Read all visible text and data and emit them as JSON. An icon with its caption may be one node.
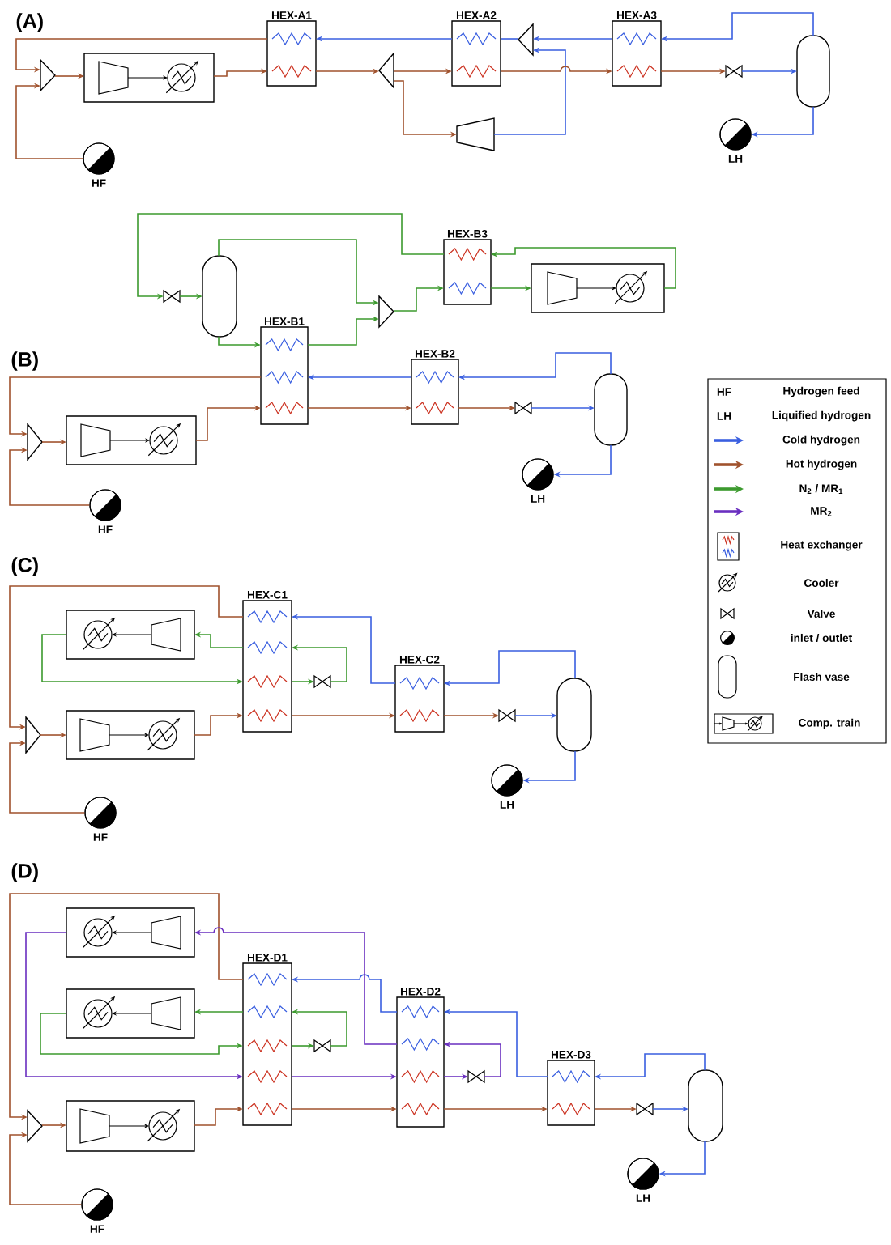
{
  "diagram": {
    "nodes": [
      {
        "text": [
          "HEX-A1"
        ]
      },
      {
        "text": [
          "HEX-A2"
        ]
      },
      {
        "text": [
          "HEX-A3"
        ]
      },
      {
        "text": [],
        "shape": "triangle"
      },
      {
        "text": [],
        "shape": "box"
      },
      {
        "text": [],
        "shape": "triangle"
      },
      {
        "text": [],
        "shape": "triangle"
      },
      {
        "text": [],
        "shape": "trapezoid"
      },
      {
        "text": [],
        "shape": "valve"
      },
      {
        "text": [],
        "shape": "capsule"
      },
      {
        "text": [
          "HF"
        ]
      },
      {
        "text": [
          "LH"
        ]
      },
      {
        "text": [
          "HEX-B3"
        ]
      },
      {
        "text": [],
        "shape": "capsule"
      },
      {
        "text": [],
        "shape": "valve"
      },
      {
        "text": [],
        "shape": "triangle"
      },
      {
        "text": [],
        "shape": "box"
      },
      {
        "text": [
          "HEX-B1"
        ]
      },
      {
        "text": [
          "HEX-B2"
        ]
      },
      {
        "text": [],
        "shape": "triangle"
      },
      {
        "text": [],
        "shape": "box"
      },
      {
        "text": [],
        "shape": "valve"
      },
      {
        "text": [],
        "shape": "capsule"
      },
      {
        "text": [
          "LH"
        ]
      },
      {
        "text": [
          "HF"
        ]
      },
      {
        "text": [
          "HEX-C1"
        ]
      },
      {
        "text": [],
        "shape": "box"
      },
      {
        "text": [],
        "shape": "valve"
      },
      {
        "text": [
          "HEX-C2"
        ]
      },
      {
        "text": [],
        "shape": "triangle"
      },
      {
        "text": [],
        "shape": "box"
      },
      {
        "text": [],
        "shape": "valve"
      },
      {
        "text": [],
        "shape": "capsule"
      },
      {
        "text": [
          "LH"
        ]
      },
      {
        "text": [
          "HF"
        ]
      },
      {
        "text": [],
        "shape": "box"
      },
      {
        "text": [
          "HEX-D1"
        ]
      },
      {
        "text": [],
        "shape": "box"
      },
      {
        "text": [],
        "shape": "valve"
      },
      {
        "text": [
          "HEX-D2"
        ]
      },
      {
        "text": [],
        "shape": "valve"
      },
      {
        "text": [
          "HEX-D3"
        ]
      },
      {
        "text": [],
        "shape": "triangle"
      },
      {
        "text": [],
        "shape": "box"
      },
      {
        "text": [],
        "shape": "valve"
      },
      {
        "text": [],
        "shape": "capsule"
      },
      {
        "text": [
          "LH"
        ]
      },
      {
        "text": [
          "HF"
        ]
      }
    ],
    "edges": [
      {
        "from": 10,
        "to": 3,
        "arrow": "to",
        "color": "#a0522d"
      },
      {
        "from": 0,
        "to": 3,
        "arrow": "to",
        "color": "#a0522d"
      },
      {
        "from": 3,
        "to": 4,
        "arrow": "to",
        "color": "#a0522d"
      },
      {
        "from": 4,
        "to": 0,
        "arrow": "to",
        "color": "#a0522d"
      },
      {
        "from": 0,
        "to": 5,
        "arrow": "to",
        "color": "#a0522d"
      },
      {
        "from": 5,
        "to": 1,
        "arrow": "to",
        "color": "#a0522d"
      },
      {
        "from": 5,
        "to": 7,
        "arrow": "to",
        "color": "#a0522d"
      },
      {
        "from": 7,
        "to": 6,
        "arrow": "to",
        "color": "#3a5fe0"
      },
      {
        "from": 2,
        "to": 6,
        "arrow": "to",
        "color": "#3a5fe0"
      },
      {
        "from": 6,
        "to": 1,
        "arrow": "none",
        "color": "#3a5fe0"
      },
      {
        "from": 1,
        "to": 0,
        "arrow": "to",
        "color": "#3a5fe0"
      },
      {
        "from": 1,
        "to": 2,
        "arrow": "to",
        "color": "#a0522d"
      },
      {
        "from": 2,
        "to": 8,
        "arrow": "to",
        "color": "#a0522d"
      },
      {
        "from": 8,
        "to": 9,
        "arrow": "to",
        "color": "#3a5fe0"
      },
      {
        "from": 9,
        "to": 2,
        "arrow": "to",
        "color": "#3a5fe0"
      },
      {
        "from": 9,
        "to": 11,
        "arrow": "to",
        "color": "#3a5fe0"
      },
      {
        "from": 13,
        "to": 15,
        "arrow": "to",
        "color": "#3c9a2e"
      },
      {
        "from": 13,
        "to": 17,
        "arrow": "to",
        "color": "#3c9a2e"
      },
      {
        "from": 17,
        "to": 15,
        "arrow": "to",
        "color": "#3c9a2e"
      },
      {
        "from": 15,
        "to": 12,
        "arrow": "to",
        "color": "#3c9a2e"
      },
      {
        "from": 12,
        "to": 16,
        "arrow": "to",
        "color": "#3c9a2e"
      },
      {
        "from": 16,
        "to": 12,
        "arrow": "to",
        "color": "#3c9a2e"
      },
      {
        "from": 12,
        "to": 14,
        "arrow": "to",
        "color": "#3c9a2e"
      },
      {
        "from": 14,
        "to": 13,
        "arrow": "to",
        "color": "#3c9a2e"
      },
      {
        "from": 24,
        "to": 19,
        "arrow": "to",
        "color": "#a0522d"
      },
      {
        "from": 17,
        "to": 19,
        "arrow": "to",
        "color": "#a0522d"
      },
      {
        "from": 19,
        "to": 20,
        "arrow": "to",
        "color": "#a0522d"
      },
      {
        "from": 20,
        "to": 17,
        "arrow": "to",
        "color": "#a0522d"
      },
      {
        "from": 17,
        "to": 18,
        "arrow": "to",
        "color": "#a0522d"
      },
      {
        "from": 18,
        "to": 21,
        "arrow": "to",
        "color": "#a0522d"
      },
      {
        "from": 21,
        "to": 22,
        "arrow": "to",
        "color": "#3a5fe0"
      },
      {
        "from": 22,
        "to": 18,
        "arrow": "to",
        "color": "#3a5fe0"
      },
      {
        "from": 18,
        "to": 17,
        "arrow": "to",
        "color": "#3a5fe0"
      },
      {
        "from": 22,
        "to": 23,
        "arrow": "to",
        "color": "#3a5fe0"
      },
      {
        "from": 34,
        "to": 29,
        "arrow": "to",
        "color": "#a0522d"
      },
      {
        "from": 25,
        "to": 29,
        "arrow": "to",
        "color": "#a0522d"
      },
      {
        "from": 29,
        "to": 30,
        "arrow": "to",
        "color": "#a0522d"
      },
      {
        "from": 30,
        "to": 25,
        "arrow": "to",
        "color": "#a0522d"
      },
      {
        "from": 25,
        "to": 28,
        "arrow": "to",
        "color": "#a0522d"
      },
      {
        "from": 28,
        "to": 31,
        "arrow": "to",
        "color": "#a0522d"
      },
      {
        "from": 31,
        "to": 32,
        "arrow": "to",
        "color": "#3a5fe0"
      },
      {
        "from": 32,
        "to": 28,
        "arrow": "to",
        "color": "#3a5fe0"
      },
      {
        "from": 28,
        "to": 25,
        "arrow": "to",
        "color": "#3a5fe0"
      },
      {
        "from": 32,
        "to": 33,
        "arrow": "to",
        "color": "#3a5fe0"
      },
      {
        "from": 25,
        "to": 27,
        "arrow": "to",
        "color": "#3c9a2e"
      },
      {
        "from": 27,
        "to": 25,
        "arrow": "to",
        "color": "#3c9a2e"
      },
      {
        "from": 25,
        "to": 26,
        "arrow": "to",
        "color": "#3c9a2e"
      },
      {
        "from": 26,
        "to": 25,
        "arrow": "to",
        "color": "#3c9a2e"
      },
      {
        "from": 47,
        "to": 42,
        "arrow": "to",
        "color": "#a0522d"
      },
      {
        "from": 36,
        "to": 42,
        "arrow": "to",
        "color": "#a0522d"
      },
      {
        "from": 42,
        "to": 43,
        "arrow": "to",
        "color": "#a0522d"
      },
      {
        "from": 43,
        "to": 36,
        "arrow": "to",
        "color": "#a0522d"
      },
      {
        "from": 36,
        "to": 39,
        "arrow": "to",
        "color": "#a0522d"
      },
      {
        "from": 39,
        "to": 41,
        "arrow": "to",
        "color": "#a0522d"
      },
      {
        "from": 41,
        "to": 44,
        "arrow": "to",
        "color": "#a0522d"
      },
      {
        "from": 44,
        "to": 45,
        "arrow": "to",
        "color": "#3a5fe0"
      },
      {
        "from": 45,
        "to": 41,
        "arrow": "to",
        "color": "#3a5fe0"
      },
      {
        "from": 41,
        "to": 39,
        "arrow": "to",
        "color": "#3a5fe0"
      },
      {
        "from": 39,
        "to": 36,
        "arrow": "to",
        "color": "#3a5fe0"
      },
      {
        "from": 45,
        "to": 46,
        "arrow": "to",
        "color": "#3a5fe0"
      },
      {
        "from": 36,
        "to": 38,
        "arrow": "to",
        "color": "#3c9a2e"
      },
      {
        "from": 38,
        "to": 36,
        "arrow": "to",
        "color": "#3c9a2e"
      },
      {
        "from": 36,
        "to": 37,
        "arrow": "to",
        "color": "#3c9a2e"
      },
      {
        "from": 37,
        "to": 36,
        "arrow": "to",
        "color": "#3c9a2e"
      },
      {
        "from": 35,
        "to": 36,
        "arrow": "to",
        "color": "#6a2fc0"
      },
      {
        "from": 36,
        "to": 39,
        "arrow": "to",
        "color": "#6a2fc0"
      },
      {
        "from": 39,
        "to": 40,
        "arrow": "to",
        "color": "#6a2fc0"
      },
      {
        "from": 40,
        "to": 39,
        "arrow": "to",
        "color": "#6a2fc0"
      },
      {
        "from": 39,
        "to": 35,
        "arrow": "to",
        "color": "#6a2fc0"
      }
    ],
    "labels": [
      "(A)",
      "(B)",
      "HF",
      "Hydrogen feed",
      "LH",
      "Liquified hydrogen",
      "(C)",
      "(D)"
    ],
    "legend": [
      {
        "text": "Cold hydrogen",
        "color": "#3a5fe0"
      },
      {
        "text": "Hot hydrogen",
        "color": "#a0522d"
      },
      {
        "text": "N$_{2}$ / MR$_{1}$",
        "color": "#3c9a2e"
      },
      {
        "text": "MR$_{2}$",
        "color": "#6a2fc0"
      },
      {
        "text": "Heat exchanger"
      },
      {
        "text": "Cooler"
      },
      {
        "text": "Valve"
      },
      {
        "text": "inlet / outlet"
      },
      {
        "text": "Flash vase"
      },
      {
        "text": "Comp. train"
      }
    ]
  }
}
